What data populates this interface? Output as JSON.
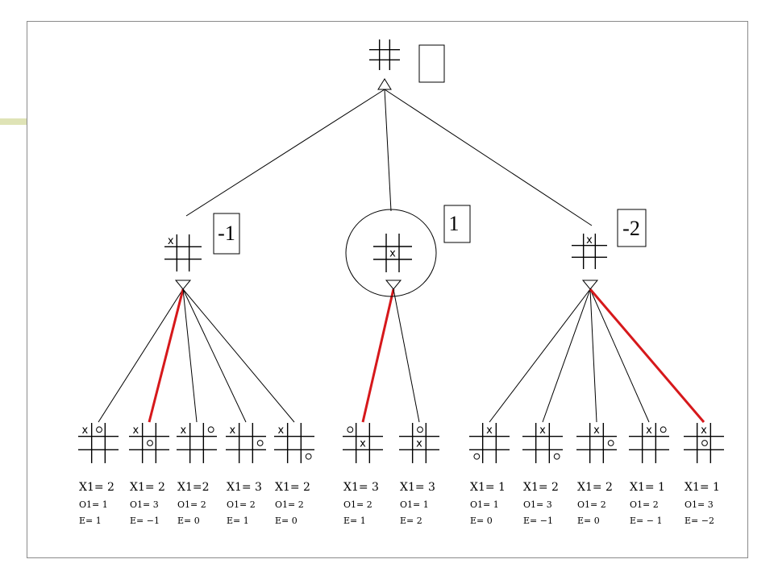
{
  "root": {
    "value": ""
  },
  "level1": [
    {
      "id": "left",
      "value": "-1",
      "board": [
        "x",
        "",
        "",
        "",
        "",
        "",
        "",
        "",
        ""
      ]
    },
    {
      "id": "center",
      "value": "1",
      "board": [
        "",
        "",
        "",
        "",
        "x",
        "",
        "",
        "",
        ""
      ]
    },
    {
      "id": "right",
      "value": "-2",
      "board": [
        "",
        "x",
        "",
        "",
        "",
        "",
        "",
        "",
        ""
      ]
    }
  ],
  "leaves": [
    {
      "parent": 0,
      "x_line": "X1= 2",
      "o_line": "O1=   1",
      "e_line": "E=    1",
      "board": [
        "x",
        "o",
        "",
        "",
        "",
        "",
        "",
        "",
        ""
      ]
    },
    {
      "parent": 0,
      "x_line": "X1= 2",
      "o_line": "O1=   3",
      "e_line": "E=  −1",
      "board": [
        "x",
        "",
        "",
        "",
        "o",
        "",
        "",
        "",
        ""
      ]
    },
    {
      "parent": 0,
      "x_line": "X1=2",
      "o_line": "O1=   2",
      "e_line": "E= 0",
      "board": [
        "x",
        "",
        "o",
        "",
        "",
        "",
        "",
        "",
        ""
      ]
    },
    {
      "parent": 0,
      "x_line": "X1= 3",
      "o_line": "O1=  2",
      "e_line": "E= 1",
      "board": [
        "x",
        "",
        "",
        "",
        "",
        "o",
        "",
        "",
        ""
      ]
    },
    {
      "parent": 0,
      "x_line": "X1= 2",
      "o_line": "O1=  2",
      "e_line": "E= 0",
      "board": [
        "x",
        "",
        "",
        "",
        "",
        "",
        "",
        "",
        "o"
      ]
    },
    {
      "parent": 1,
      "x_line": "X1= 3",
      "o_line": "O1=   2",
      "e_line": "E= 1",
      "board": [
        "o",
        "",
        "",
        "",
        "x",
        "",
        "",
        "",
        ""
      ]
    },
    {
      "parent": 1,
      "x_line": "X1= 3",
      "o_line": "O1=   1",
      "e_line": "E=   2",
      "board": [
        "",
        "o",
        "",
        "",
        "x",
        "",
        "",
        "",
        ""
      ]
    },
    {
      "parent": 2,
      "x_line": "X1= 1",
      "o_line": "O1=  1",
      "e_line": "E= 0",
      "board": [
        "",
        "x",
        "",
        "",
        "",
        "",
        "o",
        "",
        ""
      ]
    },
    {
      "parent": 2,
      "x_line": "X1= 2",
      "o_line": "O1=  3",
      "e_line": "E= −1",
      "board": [
        "",
        "x",
        "",
        "",
        "",
        "",
        "",
        "",
        "o"
      ]
    },
    {
      "parent": 2,
      "x_line": "X1= 2",
      "o_line": "O1=  2",
      "e_line": "E= 0",
      "board": [
        "",
        "x",
        "",
        "",
        "",
        "o",
        "",
        "",
        ""
      ]
    },
    {
      "parent": 2,
      "x_line": "X1= 1",
      "o_line": "O1=   2",
      "e_line": "E= − 1",
      "board": [
        "",
        "x",
        "o",
        "",
        "",
        "",
        "",
        "",
        ""
      ]
    },
    {
      "parent": 2,
      "x_line": "X1= 1",
      "o_line": "O1=  3",
      "e_line": "E=  −2",
      "board": [
        "",
        "x",
        "",
        "",
        "o",
        "",
        "",
        "",
        ""
      ]
    }
  ],
  "best_moves": [
    1,
    5,
    11
  ],
  "colors": {
    "line": "#000000",
    "highlight": "#d6181b",
    "accent": "#dfe3b6",
    "frame": "#8a8a8a"
  }
}
